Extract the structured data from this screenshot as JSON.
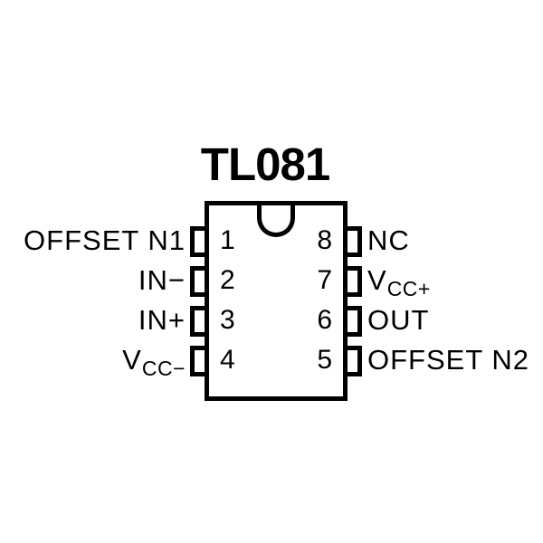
{
  "title": "TL081",
  "colors": {
    "ink": "#000000",
    "background": "#ffffff"
  },
  "package": {
    "type_note": "8-pin DIP pinout with index notch at top",
    "pins": {
      "left": [
        {
          "number": "1",
          "label": "OFFSET N1"
        },
        {
          "number": "2",
          "label": "IN−"
        },
        {
          "number": "3",
          "label": "IN+"
        },
        {
          "number": "4",
          "label_base": "V",
          "label_sub": "CC−"
        }
      ],
      "right": [
        {
          "number": "8",
          "label": "NC"
        },
        {
          "number": "7",
          "label_base": "V",
          "label_sub": "CC+"
        },
        {
          "number": "6",
          "label": "OUT"
        },
        {
          "number": "5",
          "label": "OFFSET N2"
        }
      ]
    }
  }
}
